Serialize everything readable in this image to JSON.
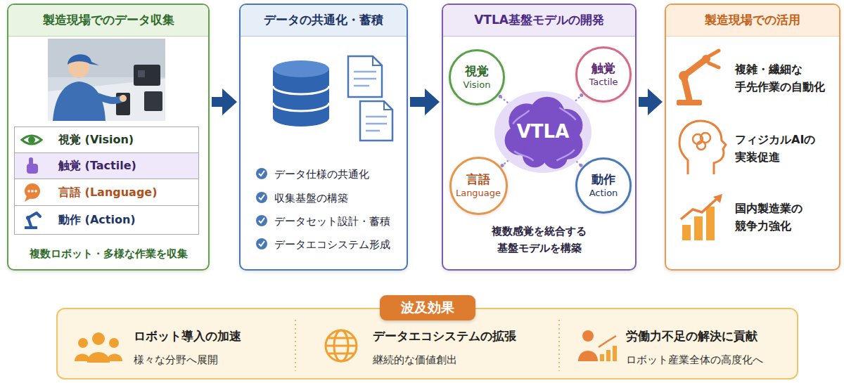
{
  "diagram": {
    "nodes": [
      {
        "text": [
          "製造現場でのデータ収集",
          "複数ロボット・多様な作業を収集"
        ]
      },
      {
        "text": [
          "視覚 (Vision)"
        ],
        "in": 0
      },
      {
        "text": [
          "触覚 (Tactile)"
        ],
        "in": 0
      },
      {
        "text": [
          "言語 (Language)"
        ],
        "in": 0
      },
      {
        "text": [
          "動作 (Action)"
        ],
        "in": 0
      },
      {
        "text": [
          "データの共通化・蓄積",
          "データ仕様の共通化",
          "収集基盤の構築",
          "データセット設計・蓄積",
          "データエコシステム形成"
        ]
      },
      {
        "text": [
          "VTLA基盤モデルの開発",
          "複数感覚を統合する 基盤モデルを構築"
        ]
      },
      {
        "text": [
          "VTLA"
        ],
        "in": 6
      },
      {
        "text": [
          "視覚",
          "Vision"
        ],
        "in": 6
      },
      {
        "text": [
          "触覚",
          "Tactile"
        ],
        "in": 6
      },
      {
        "text": [
          "言語",
          "Language"
        ],
        "in": 6
      },
      {
        "text": [
          "動作",
          "Action"
        ],
        "in": 6
      },
      {
        "text": [
          "製造現場での活用",
          "複雑・繊細な 手先作業の自動化",
          "フィジカルAIの 実装促進",
          "国内製造業の 競争力強化"
        ]
      },
      {
        "text": [
          "ロボット導入の加速",
          "様々な分野へ展開",
          "データエコシステムの拡張",
          "継続的な価値創出",
          "労働力不足の解決に貢献",
          "ロボット産業全体の高度化へ"
        ]
      },
      {
        "text": [
          "波及効果"
        ],
        "in": 13
      }
    ],
    "edges": [
      {
        "from": 0,
        "to": 5,
        "arrow": "to"
      },
      {
        "from": 5,
        "to": 6,
        "arrow": "to"
      },
      {
        "from": 6,
        "to": 12,
        "arrow": "to"
      },
      {
        "from": 7,
        "to": 8,
        "arrow": "none"
      },
      {
        "from": 7,
        "to": 9,
        "arrow": "none"
      },
      {
        "from": 7,
        "to": 10,
        "arrow": "none"
      },
      {
        "from": 7,
        "to": 11,
        "arrow": "none"
      }
    ]
  }
}
